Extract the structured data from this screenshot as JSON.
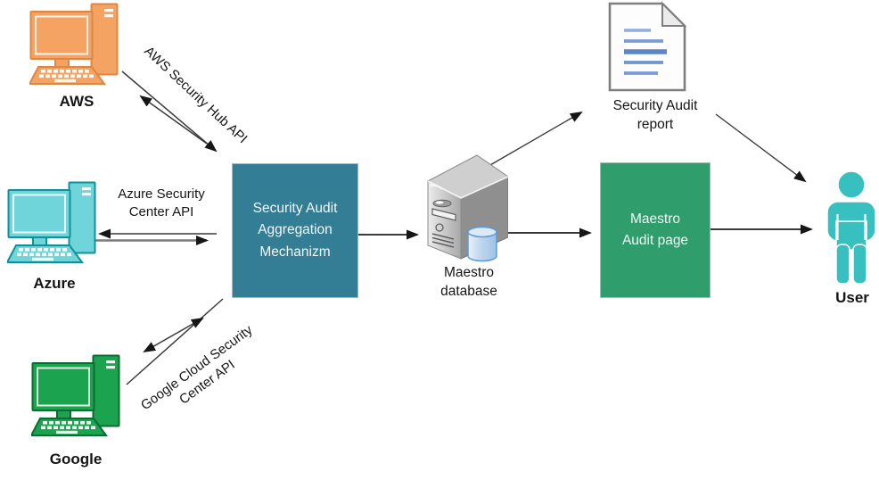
{
  "nodes": {
    "aws": {
      "label": "AWS",
      "icon": "desktop-computer-icon"
    },
    "azure": {
      "label": "Azure",
      "icon": "desktop-computer-icon"
    },
    "google": {
      "label": "Google",
      "icon": "desktop-computer-icon"
    },
    "mechanism": {
      "label": "Security Audit Aggregation Mechanizm",
      "shape": "rectangle"
    },
    "database": {
      "label": "Maestro database",
      "icon": "server-database-icon"
    },
    "report": {
      "label": "Security Audit report",
      "icon": "document-icon"
    },
    "audit_page": {
      "label": "Maestro Audit page",
      "shape": "rectangle"
    },
    "user": {
      "label": "User",
      "icon": "person-icon"
    }
  },
  "connectors": {
    "aws_api": {
      "label": "AWS Security Hub API",
      "from": "aws",
      "to": "mechanism",
      "bidirectional": true
    },
    "azure_api": {
      "label": "Azure Security Center API",
      "from": "azure",
      "to": "mechanism",
      "bidirectional": true
    },
    "google_api": {
      "label": "Google Cloud Security Center API",
      "from": "google",
      "to": "mechanism",
      "bidirectional": true
    },
    "mechanism_to_database": {
      "from": "mechanism",
      "to": "database"
    },
    "database_to_report": {
      "from": "database",
      "to": "report"
    },
    "database_to_audit_page": {
      "from": "database",
      "to": "audit_page"
    },
    "report_to_user": {
      "from": "report",
      "to": "user"
    },
    "audit_page_to_user": {
      "from": "audit_page",
      "to": "user"
    }
  },
  "colors": {
    "mechanism_box": "#337E95",
    "audit_page_box": "#2F9E6C",
    "aws_fill": "#F4A363",
    "aws_stroke": "#DB8846",
    "azure_fill": "#70D5DB",
    "azure_stroke": "#109099",
    "google_fill": "#1CA34F",
    "google_stroke": "#0B6B33",
    "user_fill": "#38BFBF",
    "arrow": "#3a3a3a",
    "doc_line_blue": "#5A85C6"
  }
}
